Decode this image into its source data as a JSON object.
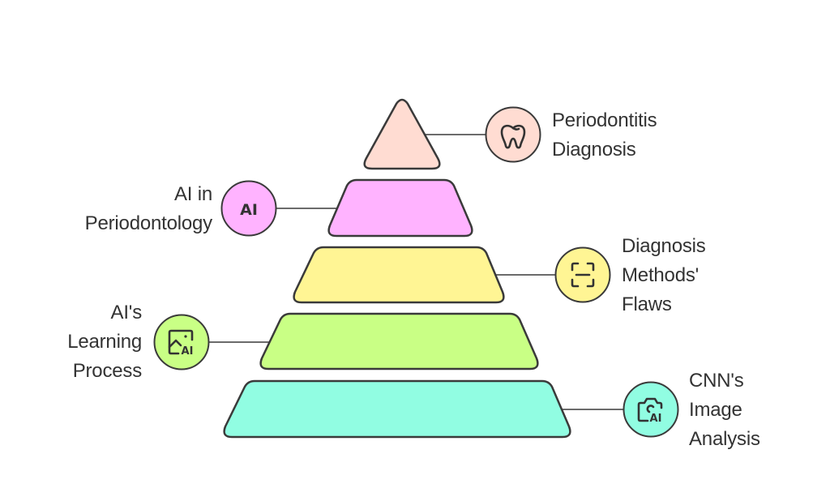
{
  "diagram": {
    "type": "pyramid",
    "stroke_color": "#3a3a3a",
    "text_color": "#333333",
    "tiers": [
      {
        "level": 1,
        "label": "Periodontitis\nDiagnosis",
        "side": "right",
        "fill": "#ffdcd2",
        "icon": "tooth-icon"
      },
      {
        "level": 2,
        "label": "AI in\nPeriodontology",
        "side": "left",
        "fill": "#ffb3ff",
        "icon": "ai-text-icon",
        "icon_text": "AI"
      },
      {
        "level": 3,
        "label": "Diagnosis\nMethods'\nFlaws",
        "side": "right",
        "fill": "#fff594",
        "icon": "scan-icon"
      },
      {
        "level": 4,
        "label": "AI's\nLearning\nProcess",
        "side": "left",
        "fill": "#c9ff85",
        "icon": "ai-image-icon",
        "icon_text": "AI"
      },
      {
        "level": 5,
        "label": "CNN's\nImage\nAnalysis",
        "side": "right",
        "fill": "#91fde2",
        "icon": "ai-camera-icon",
        "icon_text": "AI"
      }
    ]
  }
}
